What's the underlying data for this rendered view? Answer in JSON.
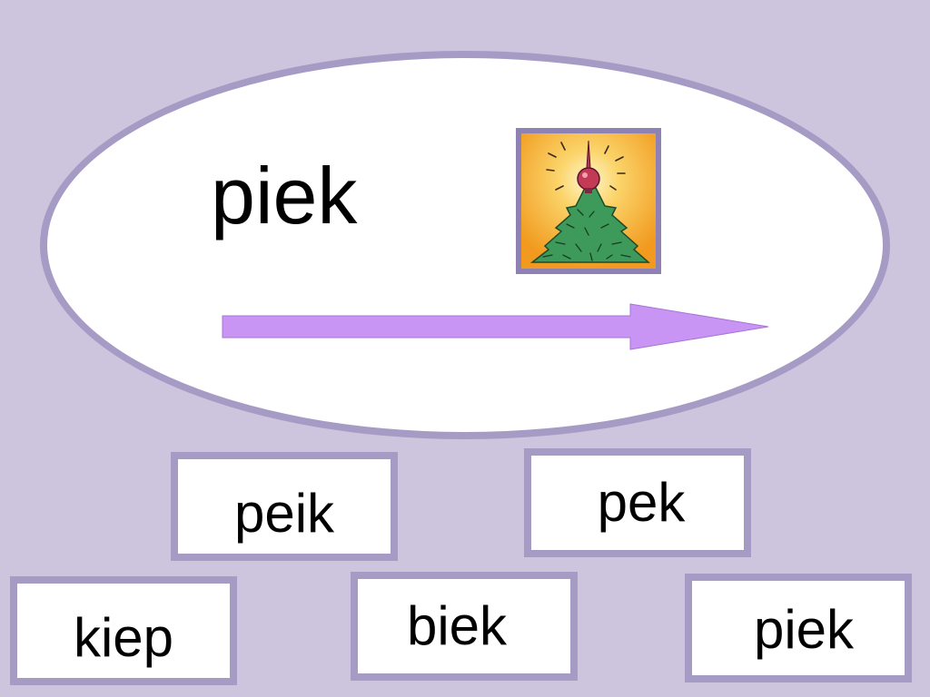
{
  "target": {
    "word": "piek",
    "picture_icon": "christmas-tree-top-icon"
  },
  "arrow": {
    "icon": "right-arrow-icon",
    "color": "#c995f5"
  },
  "choices": [
    {
      "label": "peik"
    },
    {
      "label": "pek"
    },
    {
      "label": "kiep"
    },
    {
      "label": "biek"
    },
    {
      "label": "piek"
    }
  ],
  "colors": {
    "background": "#cdc5de",
    "border": "#a69bc4",
    "picture_background": "#f6a623",
    "tree": "#3e9a5a"
  }
}
